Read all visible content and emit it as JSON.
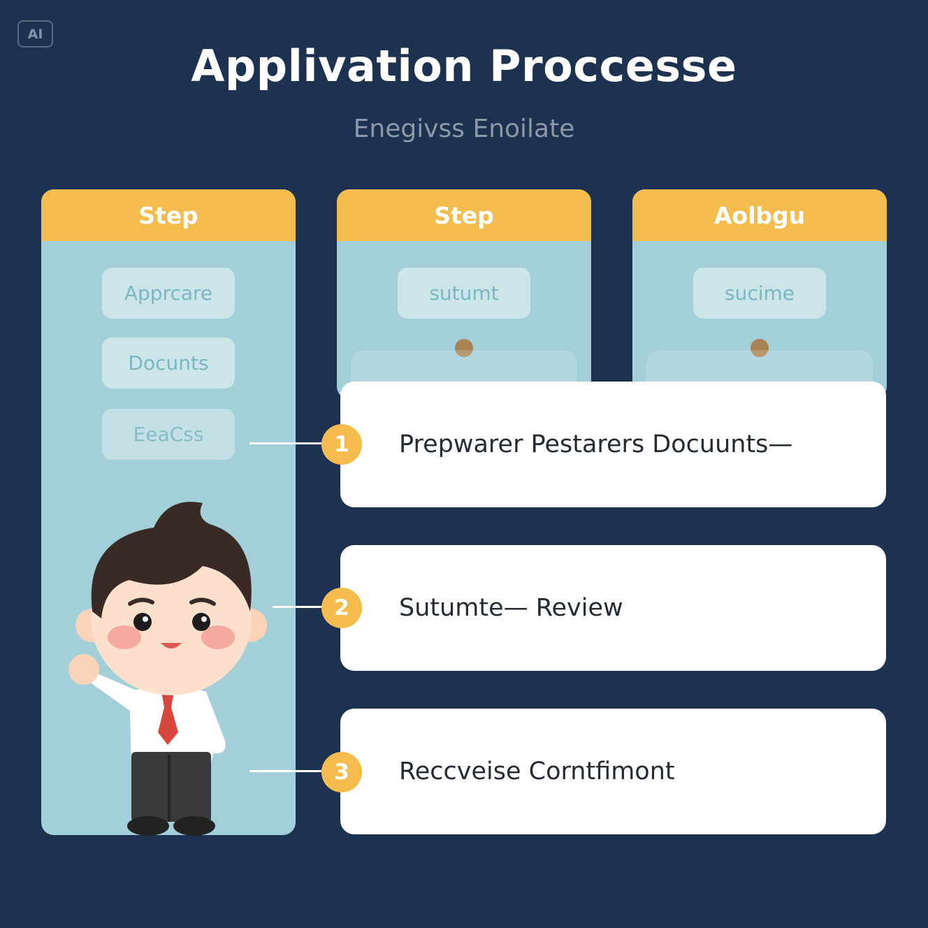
{
  "badge": "AI",
  "title": "Applivation Proccesse",
  "subtitle": "Enegivss Enoilate",
  "columns": [
    {
      "header": "Step",
      "chips": [
        "Apprcare",
        "Docunts",
        "EeaCss"
      ]
    },
    {
      "header": "Step",
      "chips": [
        "sutumt"
      ]
    },
    {
      "header": "Aolbgu",
      "chips": [
        "sucime"
      ]
    }
  ],
  "steps": [
    {
      "number": "1",
      "text": "Prepwarer Pestarers Docuunts—"
    },
    {
      "number": "2",
      "text": "Sutumte— Review"
    },
    {
      "number": "3",
      "text": "Reccveise Corntfimont"
    }
  ],
  "colors": {
    "background": "#1d3150",
    "panel": "#a2cfd8",
    "accent": "#f4bc4d",
    "card": "#ffffff",
    "text": "#252b33"
  }
}
